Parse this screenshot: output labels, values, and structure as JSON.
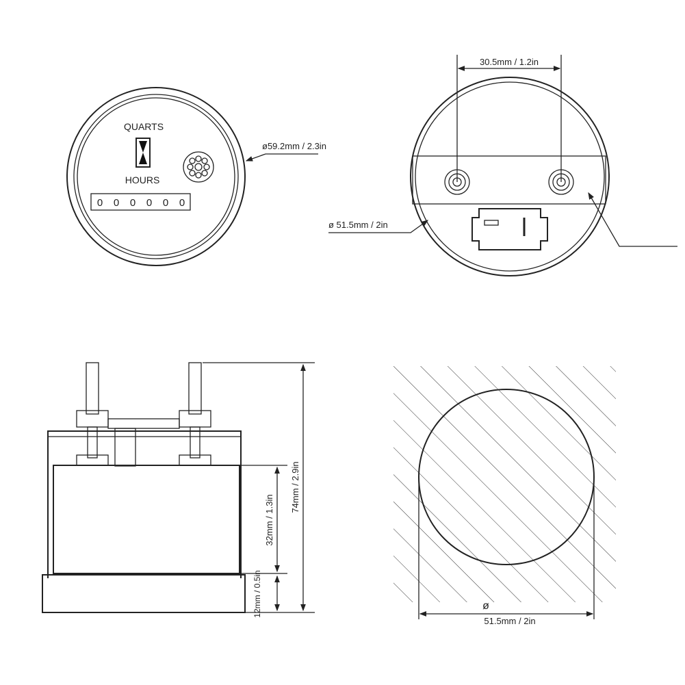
{
  "front_view": {
    "quarts_label": "QUARTS",
    "hours_label": "HOURS",
    "counter_digits": [
      "0",
      "0",
      "0",
      "0",
      "0",
      "0"
    ],
    "diameter_label": "ø59.2mm / 2.3in",
    "icons": [
      "hourglass-icon",
      "gear-icon"
    ]
  },
  "back_view": {
    "stud_spacing_label": "30.5mm / 1.2in",
    "diameter_label": "ø 51.5mm / 2in"
  },
  "side_view": {
    "total_height_label": "74mm / 2.9in",
    "body_height_label": "32mm / 1.3in",
    "flange_height_label": "12mm / 0.5in"
  },
  "cutout_view": {
    "diameter_symbol": "ø",
    "diameter_label": "51.5mm / 2in"
  }
}
